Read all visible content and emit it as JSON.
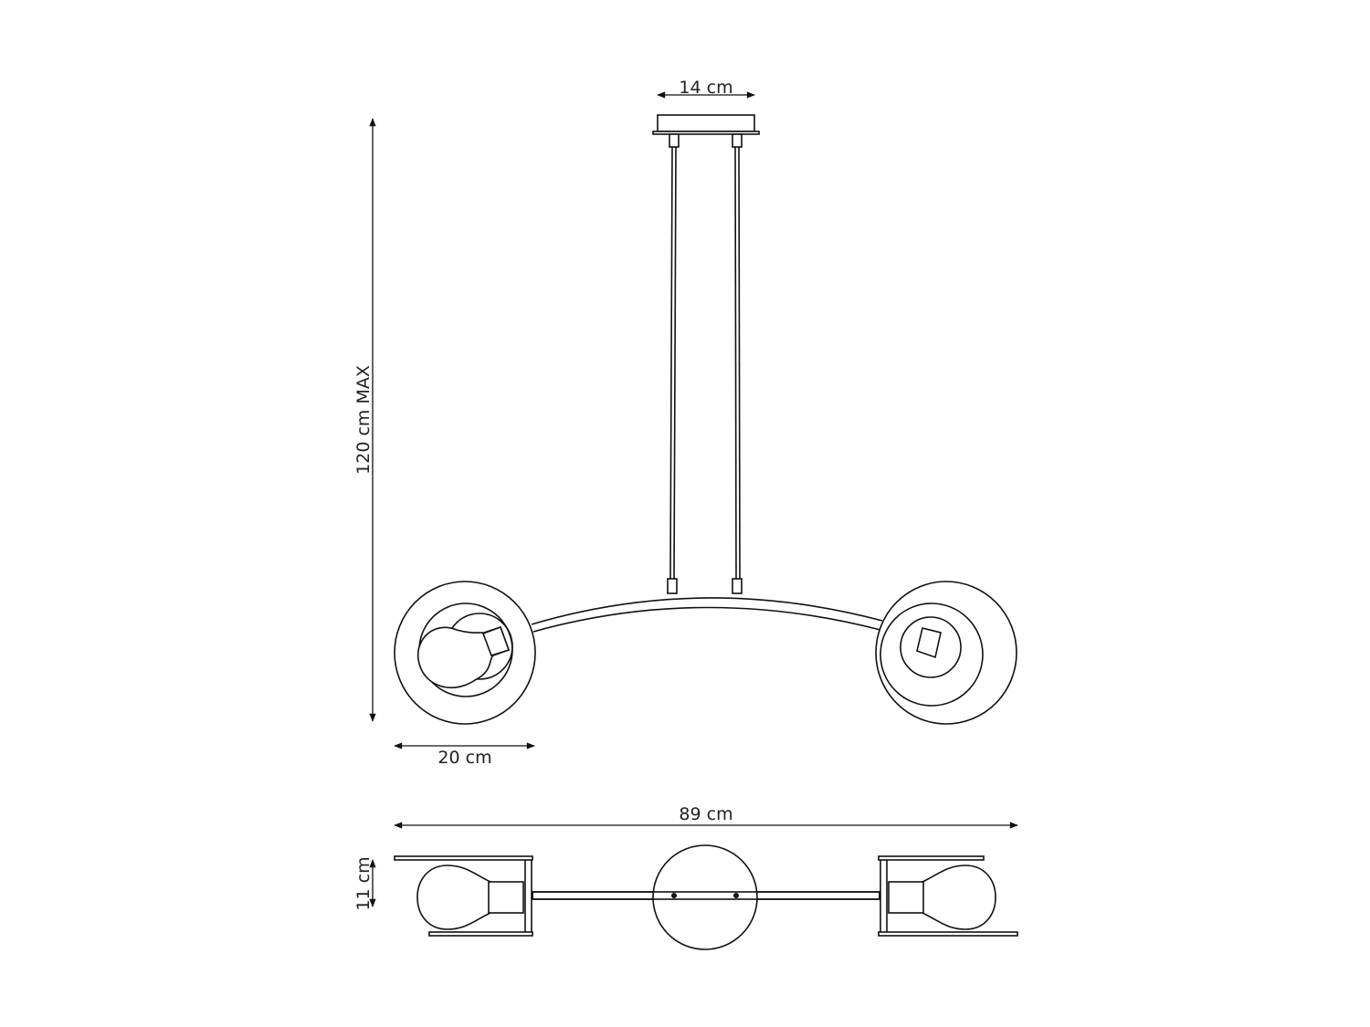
{
  "dimensions": {
    "canopy_width": "14 cm",
    "max_height": "120 cm MAX",
    "shade_diameter": "20 cm",
    "total_width": "89 cm",
    "depth": "11 cm"
  },
  "colors": {
    "line": "#111111",
    "background": "#ffffff"
  }
}
